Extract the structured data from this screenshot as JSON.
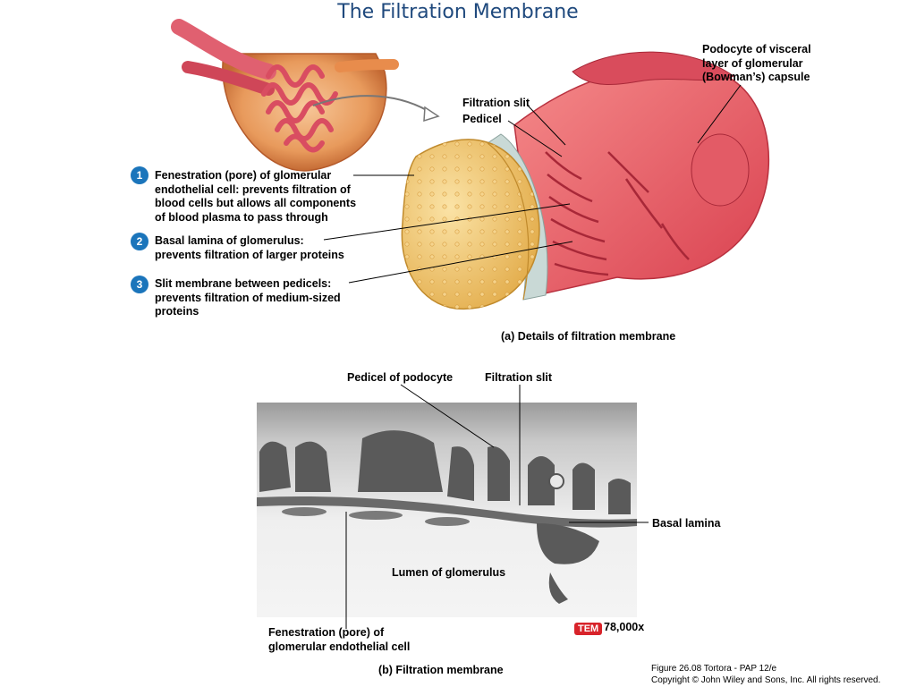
{
  "title": "The Filtration Membrane",
  "panel_a": {
    "labels": {
      "podocyte": [
        "Podocyte of visceral",
        "layer of glomerular",
        "(Bowman’s) capsule"
      ],
      "filtration_slit": "Filtration slit",
      "pedicel": "Pedicel",
      "caption": "(a) Details of filtration membrane"
    },
    "items": [
      {
        "number": "1",
        "lines": [
          "Fenestration (pore) of glomerular",
          "endothelial cell: prevents filtration of",
          "blood cells but allows all components",
          "of blood plasma to pass through"
        ]
      },
      {
        "number": "2",
        "lines": [
          "Basal lamina of glomerulus:",
          "prevents filtration of larger proteins"
        ]
      },
      {
        "number": "3",
        "lines": [
          "Slit membrane between pedicels:",
          "prevents filtration of medium-sized",
          "proteins"
        ]
      }
    ]
  },
  "panel_b": {
    "labels": {
      "pedicel_of_podocyte": "Pedicel of podocyte",
      "filtration_slit": "Filtration slit",
      "basal_lamina": "Basal lamina",
      "lumen": "Lumen of glomerulus",
      "fenestration": [
        "Fenestration (pore) of",
        "glomerular endothelial cell"
      ],
      "tem_badge": "TEM",
      "magnification": "78,000x",
      "caption": "(b) Filtration membrane"
    }
  },
  "credits": [
    "Figure 26.08  Tortora - PAP 12/e",
    "Copyright © John Wiley and Sons, Inc. All rights reserved."
  ],
  "colors": {
    "title": "#1f497d",
    "number_badge": "#1b75bb",
    "tem_badge": "#d8232a",
    "podocyte": "#e8505b",
    "endothelium": "#f3c566"
  }
}
